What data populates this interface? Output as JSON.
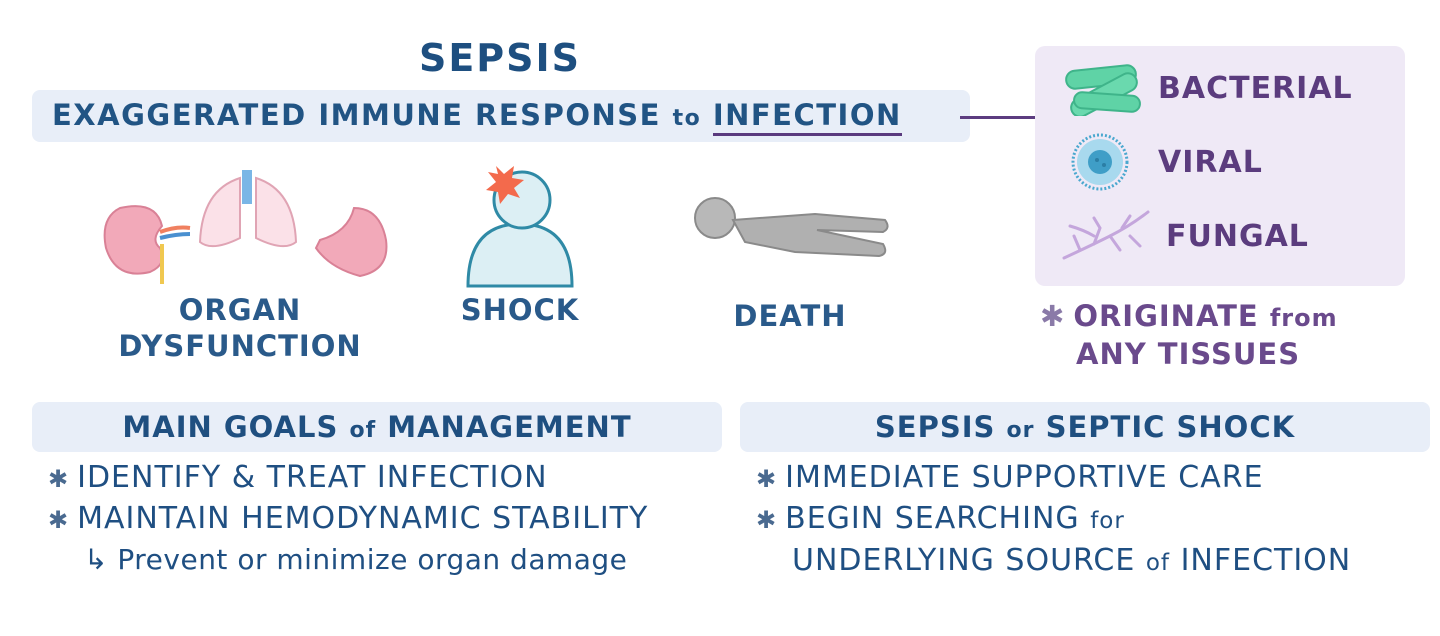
{
  "title": "SEPSIS",
  "definition": {
    "part1": "EXAGGERATED IMMUNE RESPONSE",
    "connector_word": "to",
    "underlined": "INFECTION"
  },
  "causes": {
    "items": [
      {
        "label": "BACTERIAL",
        "icon": "bacteria-icon",
        "color": "#5fd3a6"
      },
      {
        "label": "VIRAL",
        "icon": "virus-icon",
        "color": "#4aa8cf"
      },
      {
        "label": "FUNGAL",
        "icon": "fungus-icon",
        "color": "#c4a6dc"
      }
    ],
    "note_line1": "ORIGINATE",
    "note_from": "from",
    "note_line2": "ANY TISSUES"
  },
  "effects": [
    {
      "label_line1": "ORGAN",
      "label_line2": "DYSFUNCTION",
      "icon": "organs-icon"
    },
    {
      "label_line1": "SHOCK",
      "icon": "shocked-person-icon"
    },
    {
      "label_line1": "DEATH",
      "icon": "lying-person-icon"
    }
  ],
  "management": {
    "heading_part1": "MAIN GOALS",
    "heading_of": "of",
    "heading_part2": "MANAGEMENT",
    "bullets": [
      "IDENTIFY & TREAT INFECTION",
      "MAINTAIN HEMODYNAMIC STABILITY"
    ],
    "sub_arrow": "↳",
    "sub": "Prevent or minimize organ damage"
  },
  "septic": {
    "heading_part1": "SEPSIS",
    "heading_or": "or",
    "heading_part2": "SEPTIC SHOCK",
    "bullet1": "IMMEDIATE SUPPORTIVE CARE",
    "bullet2_line1": "BEGIN SEARCHING",
    "bullet2_for": "for",
    "bullet2_line2a": "UNDERLYING SOURCE",
    "bullet2_of": "of",
    "bullet2_line2b": "INFECTION"
  },
  "bullet_glyph": "✱",
  "colors": {
    "heading_blue": "#1e4f80",
    "band_blue": "#e8eef8",
    "cause_purple": "#5b3c7e",
    "cause_bg": "#efe9f6"
  }
}
